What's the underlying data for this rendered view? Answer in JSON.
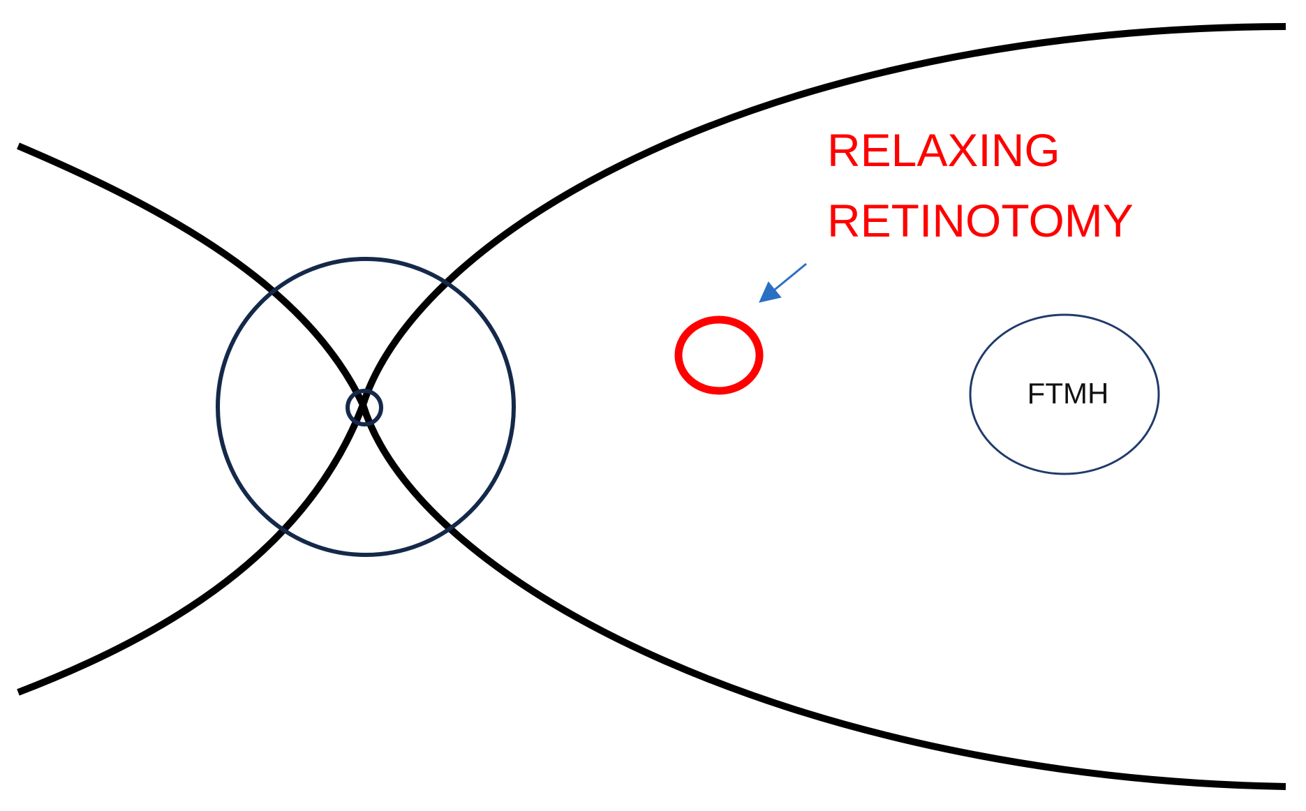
{
  "annotation": {
    "line1": "RELAXING",
    "line2": "RETINOTOMY"
  },
  "lesion": {
    "label": "FTMH"
  },
  "colors": {
    "background": "#ffffff",
    "arcade_vessels": "#000000",
    "optic_disc_rings": "#14294a",
    "retinotomy_marker": "#ff0000",
    "annotation_text": "#ff0000",
    "arrow": "#2b6fc4",
    "lesion_outline": "#1f3b6b",
    "lesion_text": "#111111"
  },
  "icons": {
    "arrow": "arrow-down-left-icon"
  }
}
